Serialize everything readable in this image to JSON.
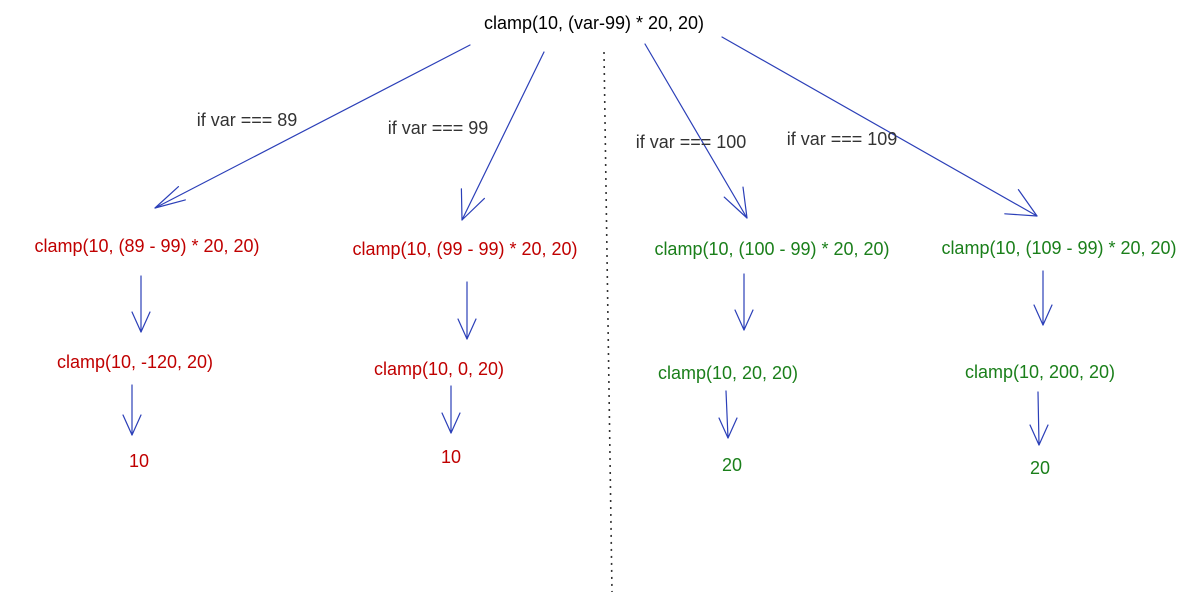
{
  "root": {
    "text": "clamp(10, (var-99) * 20, 20)"
  },
  "colors": {
    "arrow": "#2b3fb8",
    "divider": "#333333",
    "root_text": "#000000",
    "condition_text": "#333333",
    "below_text": "#c00000",
    "above_text": "#1a7f1a"
  },
  "branches": [
    {
      "condition": "if var === 89",
      "substituted": "clamp(10, (89 - 99) * 20, 20)",
      "evaluated": "clamp(10, -120, 20)",
      "result": "10"
    },
    {
      "condition": "if var === 99",
      "substituted": "clamp(10, (99 - 99) * 20, 20)",
      "evaluated": "clamp(10, 0, 20)",
      "result": "10"
    },
    {
      "condition": "if var === 100",
      "substituted": "clamp(10, (100 - 99) * 20, 20)",
      "evaluated": "clamp(10, 20, 20)",
      "result": "20"
    },
    {
      "condition": "if var === 109",
      "substituted": "clamp(10, (109 - 99) * 20, 20)",
      "evaluated": "clamp(10, 200, 20)",
      "result": "20"
    }
  ]
}
